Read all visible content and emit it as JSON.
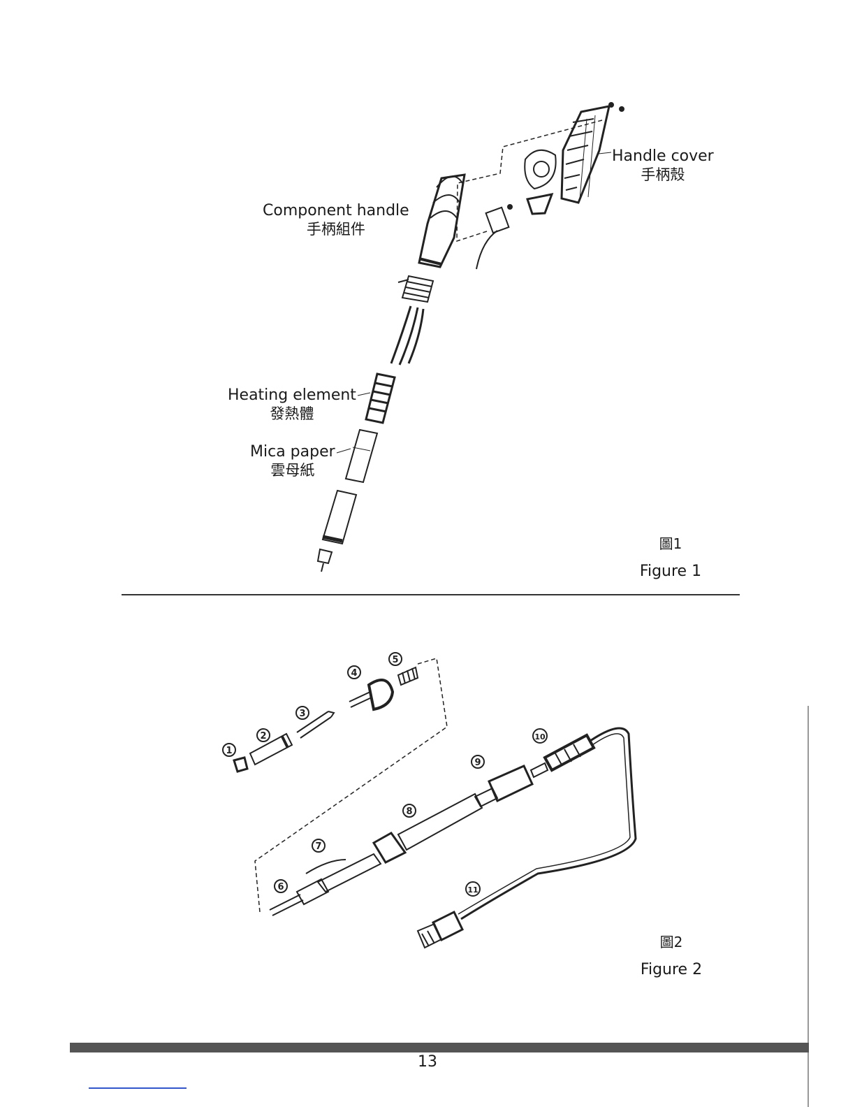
{
  "figure1": {
    "labels": {
      "handle_cover": {
        "en": "Handle cover",
        "zh": "手柄殼"
      },
      "component_handle": {
        "en": "Component handle",
        "zh": "手柄組件"
      },
      "heating_element": {
        "en": "Heating element",
        "zh": "發熱體"
      },
      "mica_paper": {
        "en": "Mica paper",
        "zh": "雲母紙"
      }
    },
    "caption_zh": "圖1",
    "caption_en": "Figure 1"
  },
  "figure2": {
    "callouts": [
      "1",
      "2",
      "3",
      "4",
      "5",
      "6",
      "7",
      "8",
      "9",
      "10",
      "11"
    ],
    "caption_zh": "圖2",
    "caption_en": "Figure 2"
  },
  "footer": {
    "page_number": "13"
  }
}
